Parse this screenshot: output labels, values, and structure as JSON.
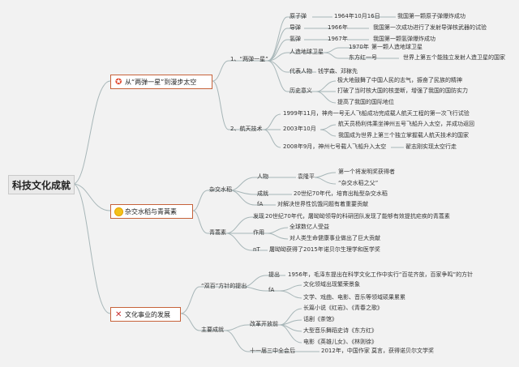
{
  "root": {
    "label": "科技文化成就"
  },
  "branches": {
    "b1": "从“两弹一星”到漫步太空",
    "b2": "杂交水稻与青蒿素",
    "b3": "文化事业的发展"
  },
  "icons": {
    "b1": "star-icon",
    "b2": "sun-icon",
    "b3": "cross-icon"
  },
  "colors": {
    "line": "#a7b6b8",
    "branch_border": "#c6623a",
    "background": "#f2f2f2"
  },
  "space": {
    "s1": {
      "label": "1、“两弹一星”",
      "atomic": {
        "label": "原子弹",
        "date": "1964年10月16日",
        "desc": "我国第一颗原子弹爆炸成功"
      },
      "missile": {
        "label": "导弹",
        "date": "1966年",
        "desc": "我国第一次成功进行了发射导弹核武器的试验"
      },
      "hbomb": {
        "label": "氢弹",
        "date": "1967年",
        "desc": "我国第一颗氢弹爆炸成功"
      },
      "satellite": {
        "label": "人造地球卫星",
        "year": "1970年",
        "year_desc": "第一颗人造地球卫星",
        "name": "东方红一号",
        "name_desc": "世界上第五个能独立发射人造卫星的国家"
      },
      "people": {
        "label": "代表人物",
        "names": "钱学森、邓稼先"
      },
      "meaning": {
        "label": "历史意义",
        "i1": "极大地鼓舞了中国人民的志气，振奋了民族的精神",
        "i2": "打破了当时核大国的核垄断，增强了我国的国防实力",
        "i3": "提高了我国的国际地位"
      }
    },
    "s2": {
      "label": "2、航天技术",
      "e1999": "1999年11月，神舟一号无人飞船成功完成载人航天工程的第一次飞行试验",
      "e2003": {
        "label": "2003年10月",
        "i1": "航天员杨利伟乘坐神州五号飞船升入太空，并成功返回",
        "i2": "我国成为世界上第三个独立掌握载人航天技术的国家"
      },
      "e2008": {
        "label": "2008年9月，神州七号载人飞船升入太空",
        "desc": "翟志刚实现太空行走"
      }
    }
  },
  "rice": {
    "hybrid": {
      "label": "杂交水稻",
      "person": {
        "label": "人物",
        "name": "袁隆平",
        "i1": "第一个将发明奖获得者",
        "i2": "“杂交水稻之父”"
      },
      "result": {
        "label": "成就",
        "text": "20世纪70年代，培育出籼型杂交水稻"
      },
      "effect": {
        "label": "fA",
        "text": "对解决世界性饥饿问题有着重要贡献"
      }
    },
    "artemisinin": {
      "label": "青蒿素",
      "discover": {
        "label": "发现",
        "text": "20世纪70年代，屠呦呦领导的科研团队发现了能够有效提抗疟疾的青蒿素"
      },
      "role": {
        "label": "作用",
        "i1": "全球数亿人受益",
        "i2": "对人类生命健康事业做出了巨大贡献"
      },
      "honor": {
        "label": "nT",
        "text": "屠呦呦获得了2015年诺贝尔生理学和医学奖"
      }
    }
  },
  "culture": {
    "policy": {
      "label": "“双百”方针的提出",
      "proposal": {
        "label": "提出",
        "text": "1956年，毛泽东提出在科学文化工作中实行“百花齐放，百家争鸣”的方针"
      },
      "effect": {
        "label": "fA",
        "i1": "文化领域出现繁荣景象",
        "i2": "文学、戏曲、电影、音乐等领域硕果累累"
      }
    },
    "achievements": {
      "label": "主要成就",
      "reform": {
        "label": "改革开放前",
        "items": [
          "长篇小说《红岩》、《青春之歌》",
          "话剧《茶馆》",
          "大型音乐舞蹈史诗《东方红》",
          "电影《英雄儿女》、《林则徐》"
        ]
      },
      "plenum": {
        "label": "十一届三中全会后",
        "text": "2012年，中国作家 莫言，获得诺贝尔文学奖"
      }
    }
  }
}
